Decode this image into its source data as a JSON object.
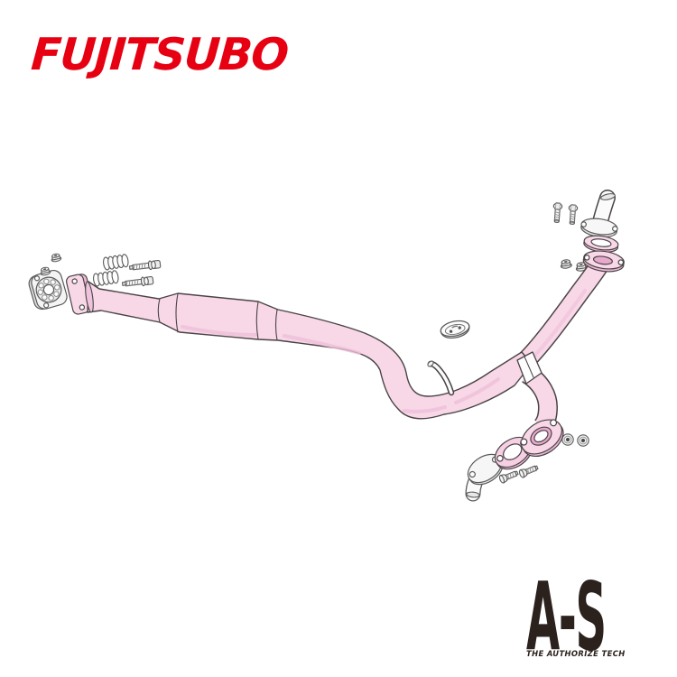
{
  "brand": {
    "name": "FUJITSUBO"
  },
  "series": {
    "name": "A-S",
    "tagline": "THE AUTHORIZE TECH"
  },
  "colors": {
    "brand_red": "#e60012",
    "logo_dark": "#2b211d",
    "pipe_pink": "#f8d7e7",
    "pipe_pink_deep": "#eec0da",
    "pipe_pink_shadow": "#e9a9cd",
    "outline": "#4a4446",
    "hw_fill": "#f2f2f2",
    "hw_outline": "#5b5b5b"
  },
  "diagram": {
    "parts": [
      "inlet-flange-gasket",
      "inlet-nuts",
      "coil-springs",
      "spring-bolts",
      "front-pipe",
      "resonator",
      "hanger-rod",
      "rubber-hanger",
      "joint-collar",
      "upper-mating-pipe",
      "upper-gasket",
      "upper-bolts",
      "upper-nuts",
      "lower-flange",
      "lower-gasket",
      "lower-mating-pipe",
      "lower-bolts",
      "lower-nuts"
    ]
  }
}
